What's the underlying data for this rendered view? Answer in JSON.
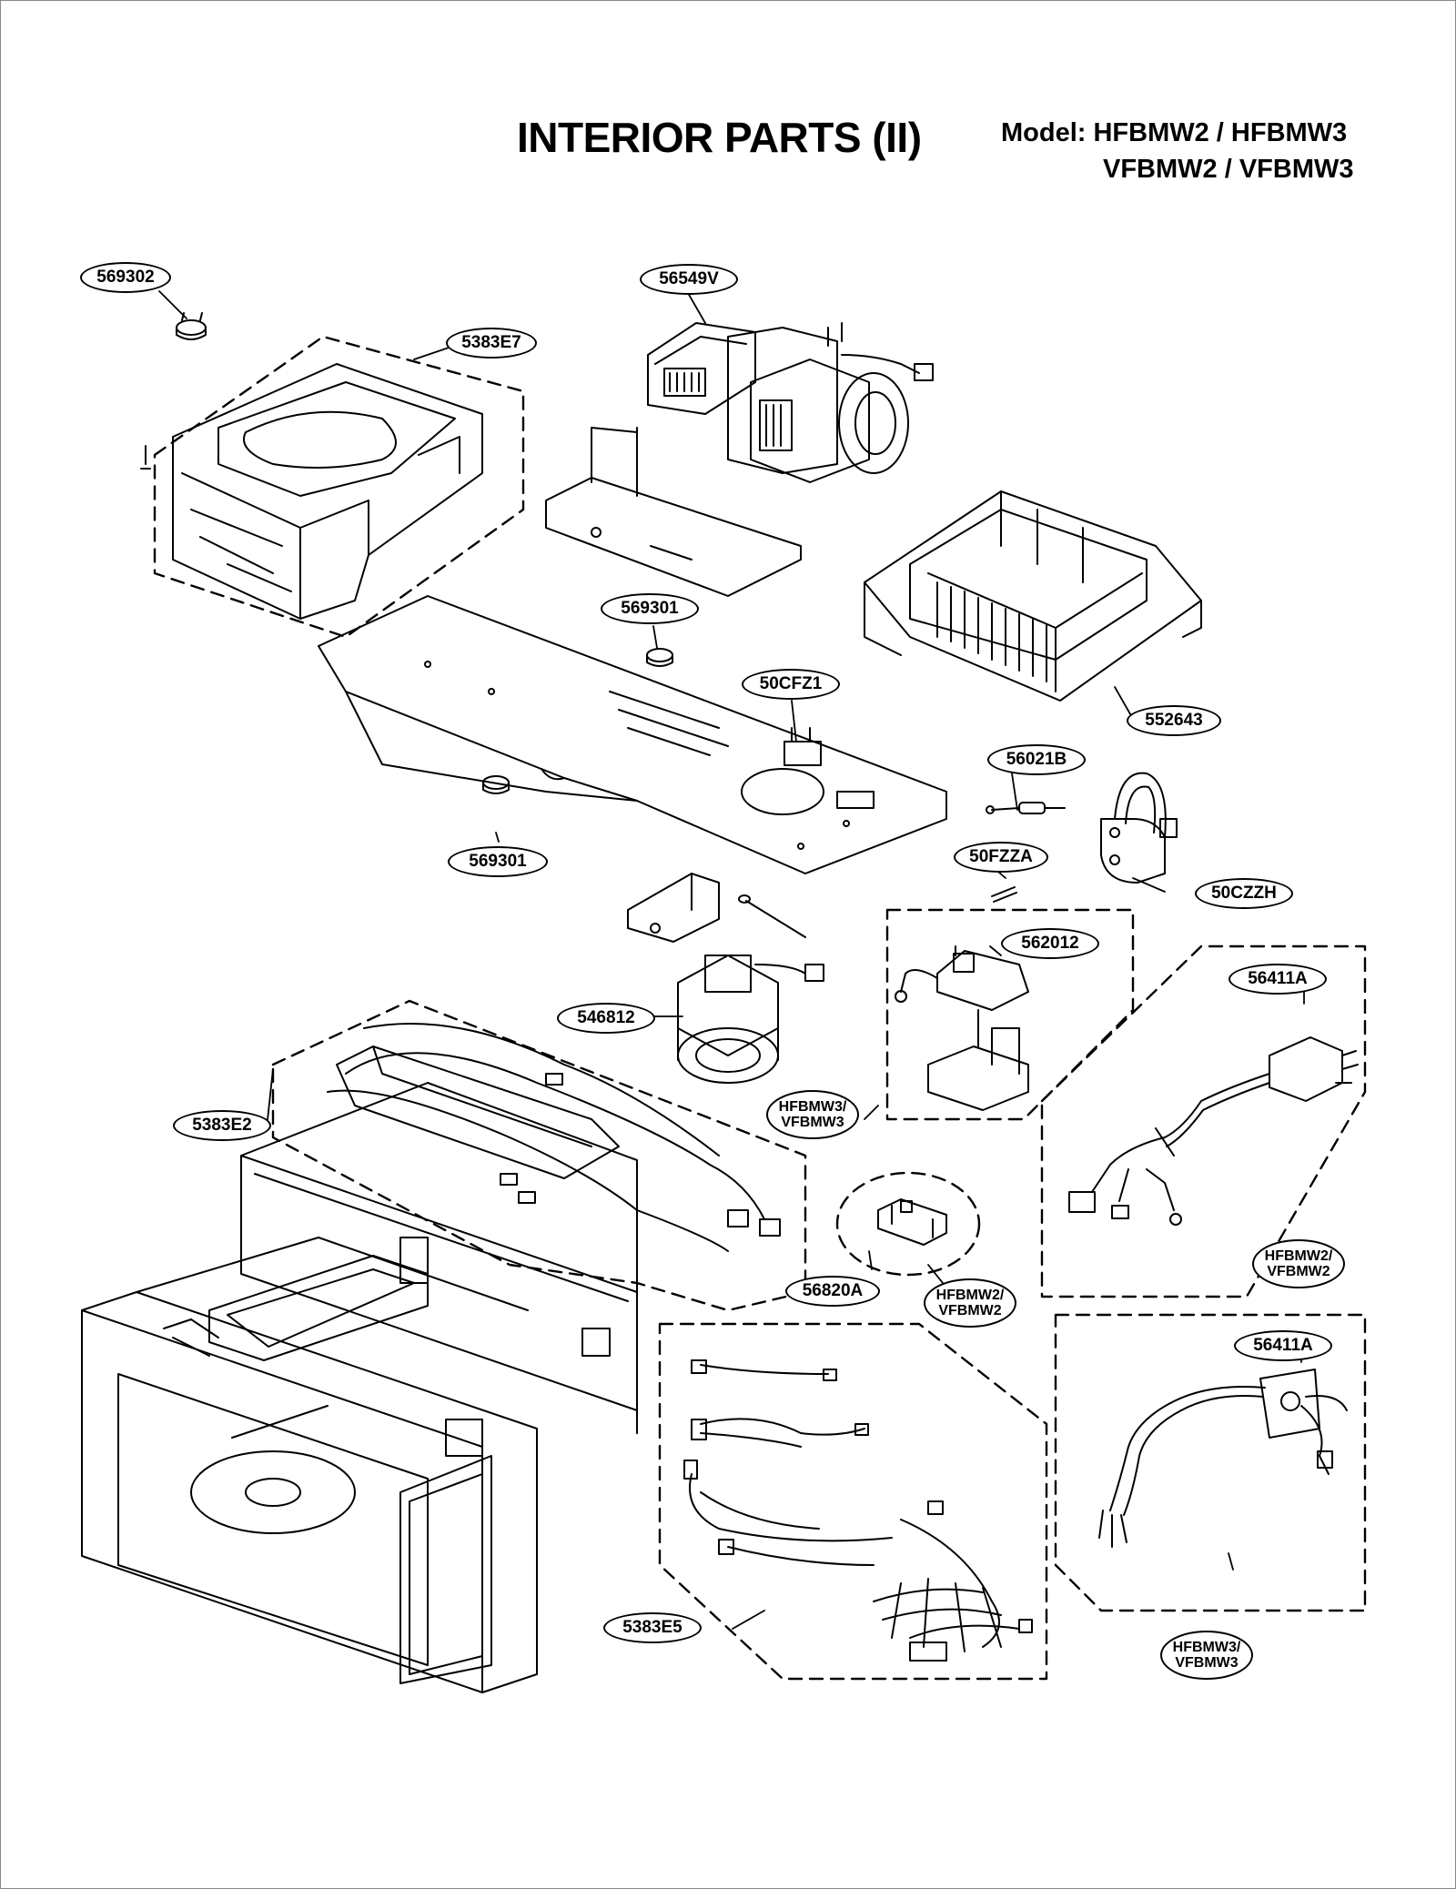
{
  "header": {
    "title": "INTERIOR PARTS (II)",
    "model_line1": "Model: HFBMW2 / HFBMW3",
    "model_line2": "VFBMW2 / VFBMW3"
  },
  "callouts": {
    "thermostat_top_left": "569302",
    "air_guide": "5383E7",
    "fan_motor": "56549V",
    "thermostat_center": "569301",
    "thermostat_lower": "569301",
    "capacitor": "50CFZ1",
    "base_plate_assembly": "552643",
    "sensor": "56021B",
    "fuse": "50FZZA",
    "lamp_socket": "50CZZH",
    "pcb": "562012",
    "damper_motor": "546812",
    "wire_harness_heater": "5383E2",
    "power_cord_a": "56411A",
    "power_cord_b": "56411A",
    "bracket": "56820A",
    "wire_harness_main": "5383E5"
  },
  "notes": {
    "pcb_models": [
      "HFBMW3/",
      "VFBMW3"
    ],
    "cord_a_models": [
      "HFBMW2/",
      "VFBMW2"
    ],
    "bracket_models": [
      "HFBMW2/",
      "VFBMW2"
    ],
    "cord_b_models": [
      "HFBMW3/",
      "VFBMW3"
    ]
  }
}
